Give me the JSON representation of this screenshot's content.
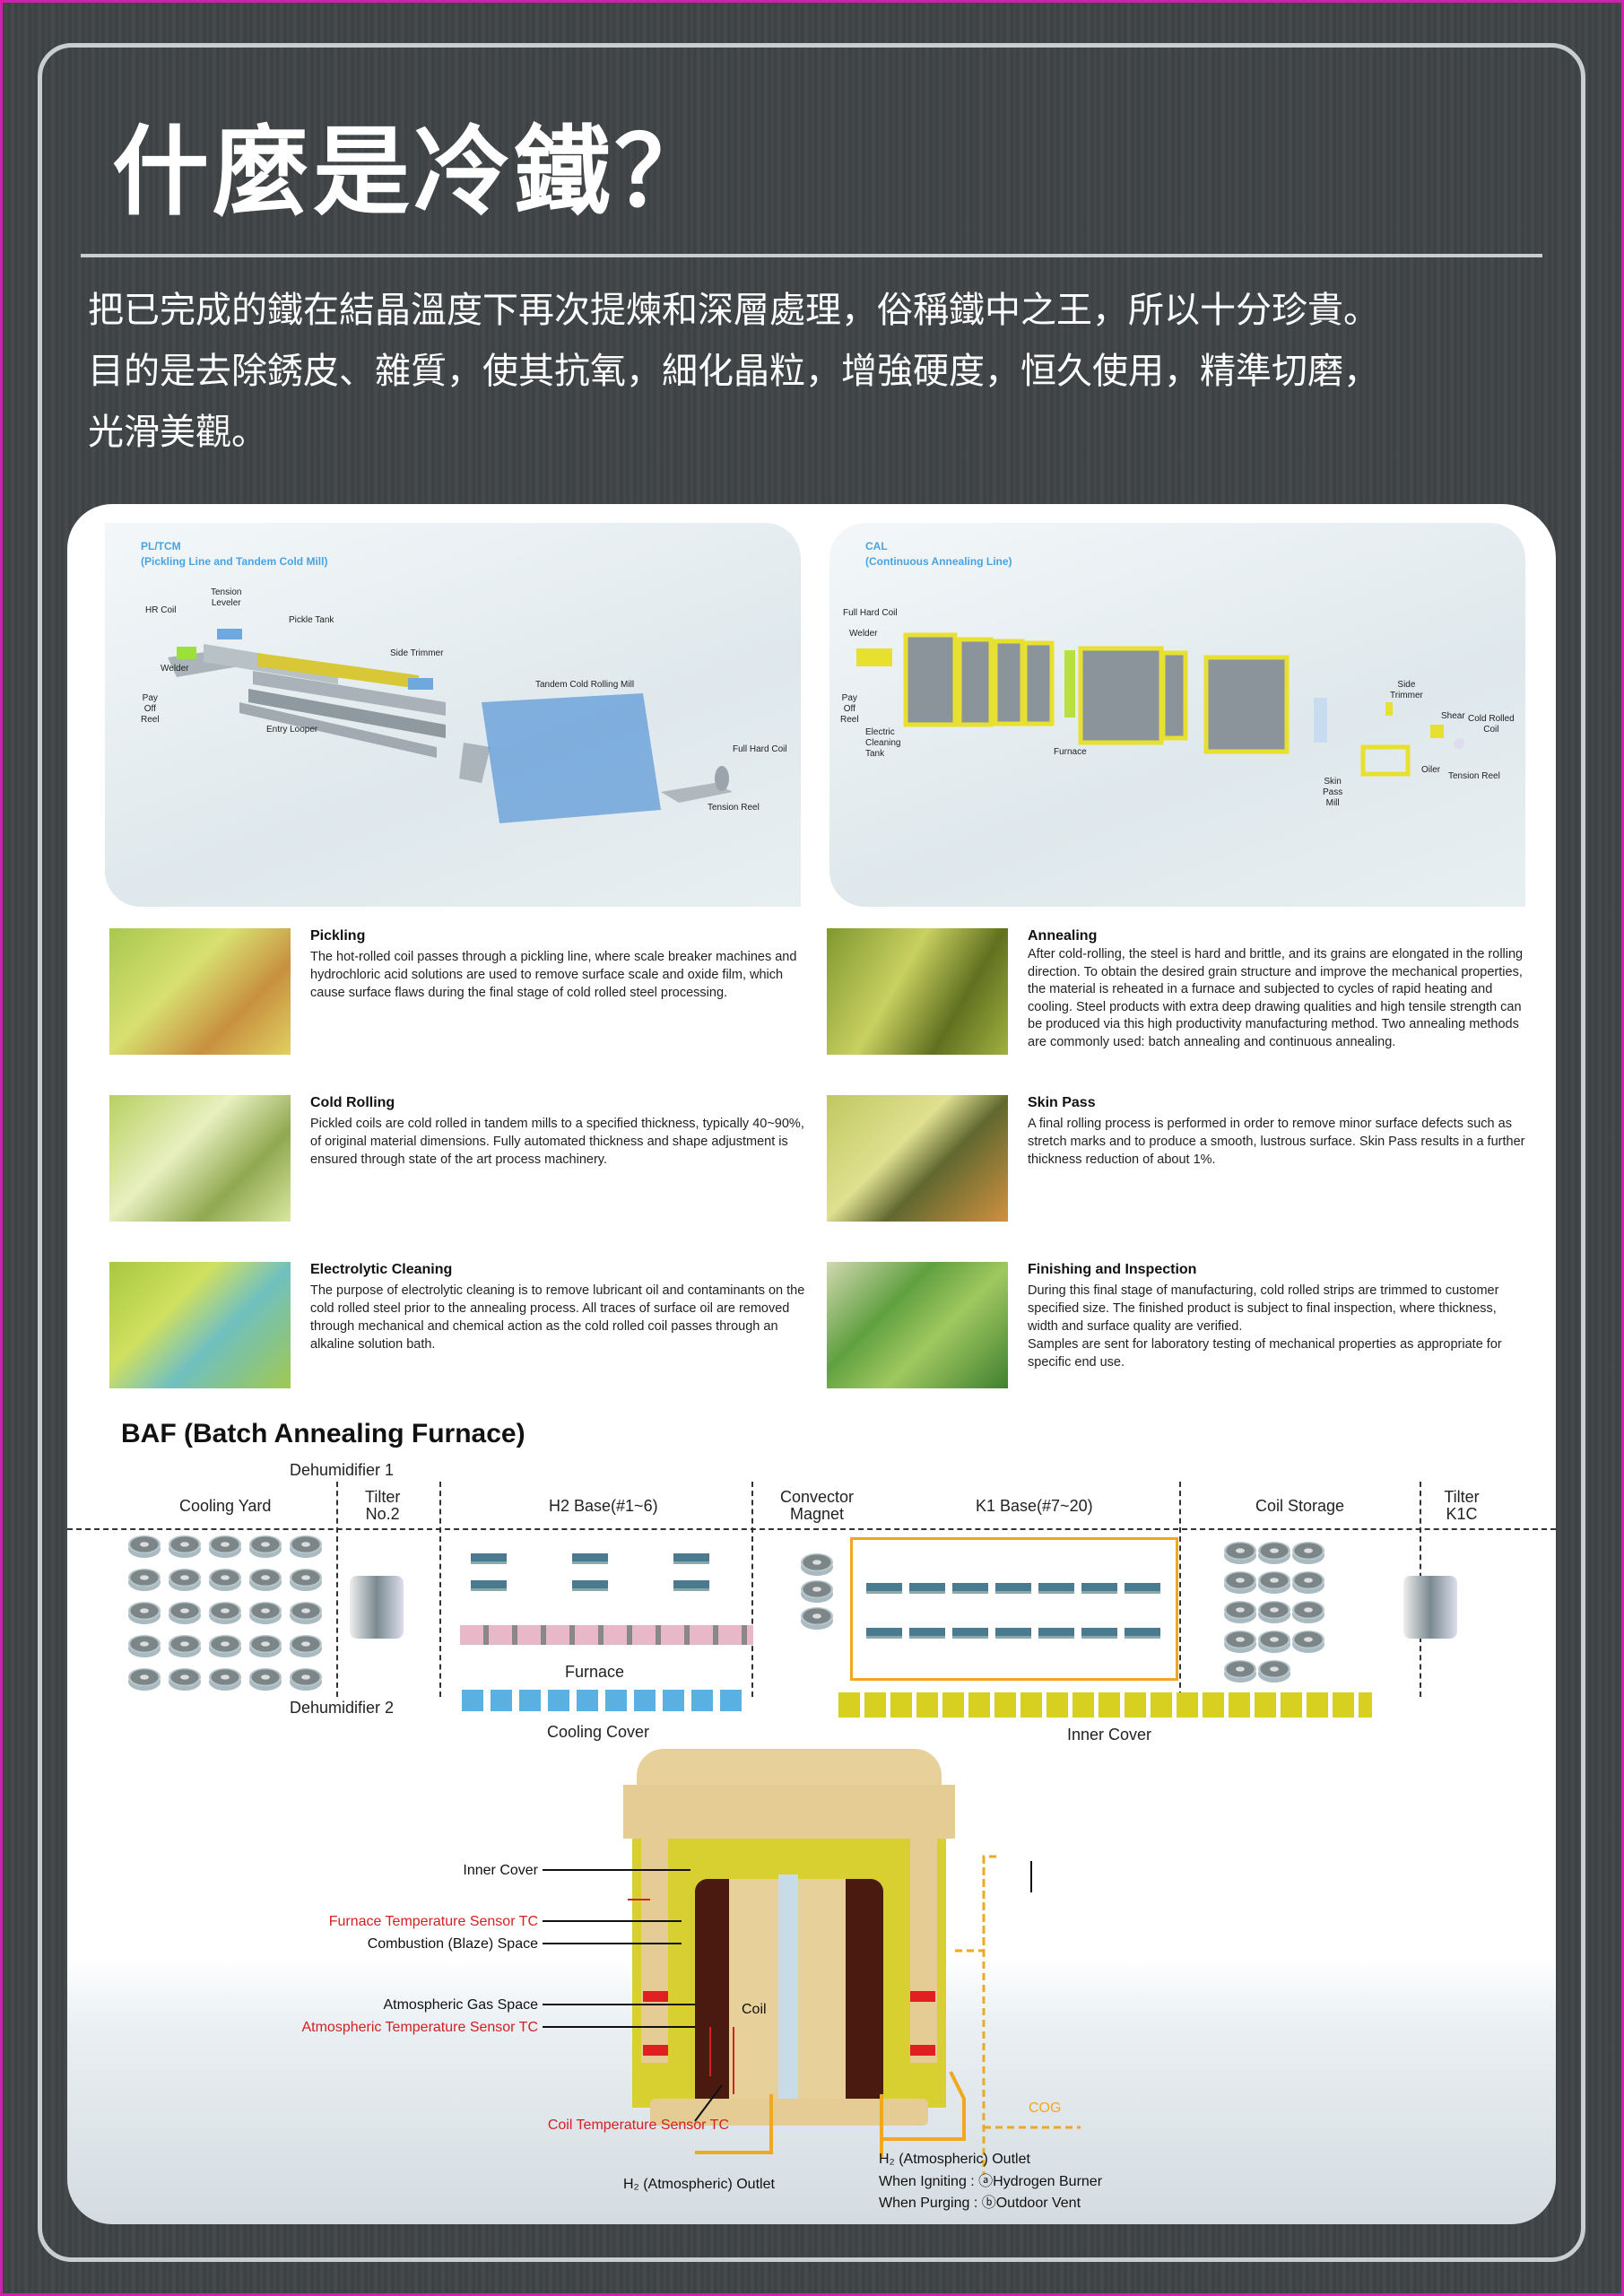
{
  "title": "什麼是冷鐵？",
  "intro": [
    "把已完成的鐵在結晶溫度下再次提煉和深層處理，俗稱鐵中之王，所以十分珍貴。",
    "目的是去除銹皮、雜質，使其抗氧，細化晶粒，增強硬度，恒久使用，精準切磨，",
    "光滑美觀。"
  ],
  "pltcm": {
    "title1": "PL/TCM",
    "title2": "(Pickling Line and Tandem Cold Mill)",
    "labels": {
      "hr_coil": "HR Coil",
      "tension_leveler": "Tension\nLeveler",
      "pickle_tank": "Pickle Tank",
      "side_trimmer": "Side Trimmer",
      "welder": "Welder",
      "pay_off_reel": "Pay\nOff\nReel",
      "entry_looper": "Entry Looper",
      "tandem_mill": "Tandem Cold Rolling Mill",
      "full_hard_coil": "Full Hard Coil",
      "tension_reel": "Tension Reel"
    }
  },
  "cal": {
    "title1": "CAL",
    "title2": "(Continuous Annealing Line)",
    "labels": {
      "full_hard_coil": "Full Hard Coil",
      "welder": "Welder",
      "pay_off_reel": "Pay\nOff\nReel",
      "electric_cleaning": "Electric\nCleaning\nTank",
      "furnace": "Furnace",
      "skin_pass": "Skin\nPass\nMill",
      "side_trimmer": "Side\nTrimmer",
      "shear": "Shear",
      "cold_rolled_coil": "Cold Rolled\nCoil",
      "oiler": "Oiler",
      "tension_reel": "Tension Reel"
    }
  },
  "processes": [
    {
      "title": "Pickling",
      "text": "The hot-rolled coil passes through a pickling line, where scale breaker machines and hydrochloric acid solutions are used to remove surface scale and oxide film, which cause surface flaws during the final stage of cold rolled steel processing."
    },
    {
      "title": "Annealing",
      "text": "After cold-rolling, the steel is hard and brittle, and its grains are elongated in the rolling direction. To obtain the desired grain structure and improve the mechanical properties, the material is reheated in a furnace and subjected to cycles of rapid heating and cooling. Steel products with extra deep drawing qualities and high tensile strength can be produced via this high productivity manufacturing method. Two annealing methods are commonly used: batch annealing and continuous annealing."
    },
    {
      "title": "Cold Rolling",
      "text": "Pickled coils are cold rolled in tandem mills to a specified thickness, typically 40~90%, of original material dimensions. Fully automated thickness and shape adjustment is ensured through state of the art process machinery."
    },
    {
      "title": "Skin Pass",
      "text": "A final rolling process is performed in order to remove minor surface defects such as stretch marks and to produce a smooth, lustrous surface. Skin Pass results in a further thickness reduction of about 1%."
    },
    {
      "title": "Electrolytic Cleaning",
      "text": "The purpose of electrolytic cleaning is to remove lubricant oil and contaminants on the cold rolled steel prior to the annealing process. All traces of surface oil are removed through mechanical and chemical action as the cold rolled coil passes through an alkaline solution bath."
    },
    {
      "title": "Finishing and Inspection",
      "text": "During this final stage of manufacturing, cold rolled strips are trimmed to customer specified size. The finished product is subject to final inspection, where thickness, width and surface quality are verified.\nSamples are sent for laboratory testing of mechanical properties as appropriate for specific end use."
    }
  ],
  "baf": {
    "title": "BAF (Batch Annealing Furnace)",
    "dehumidifier1": "Dehumidifier 1",
    "dehumidifier2": "Dehumidifier 2",
    "cooling_yard": "Cooling Yard",
    "tilter2": "Tilter\nNo.2",
    "h2_base": "H2 Base(#1~6)",
    "convector_magnet": "Convector\nMagnet",
    "k1_base": "K1 Base(#7~20)",
    "coil_storage": "Coil Storage",
    "tilter_k1c": "Tilter\nK1C",
    "furnace": "Furnace",
    "cooling_cover": "Cooling Cover",
    "inner_cover": "Inner Cover"
  },
  "furnace_diagram": {
    "inner_cover": "Inner Cover",
    "furnace_sensor": "Furnace Temperature Sensor TC",
    "combustion_space": "Combustion (Blaze) Space",
    "gas_space": "Atmospheric Gas Space",
    "atm_sensor": "Atmospheric Temperature Sensor TC",
    "coil": "Coil",
    "coil_sensor": "Coil Temperature Sensor TC",
    "h2_outlet_left": "H₂ (Atmospheric) Outlet",
    "h2_outlet_right": "H₂ (Atmospheric) Outlet",
    "igniting": "When Igniting : ⓐHydrogen Burner",
    "purging": "When Purging : ⓑOutdoor Vent",
    "cog": "COG"
  },
  "colors": {
    "accent_blue": "#4aa3e0",
    "sensor_red": "#d42020",
    "pipe_orange": "#f0a820",
    "frame_magenta": "#d020b0"
  }
}
